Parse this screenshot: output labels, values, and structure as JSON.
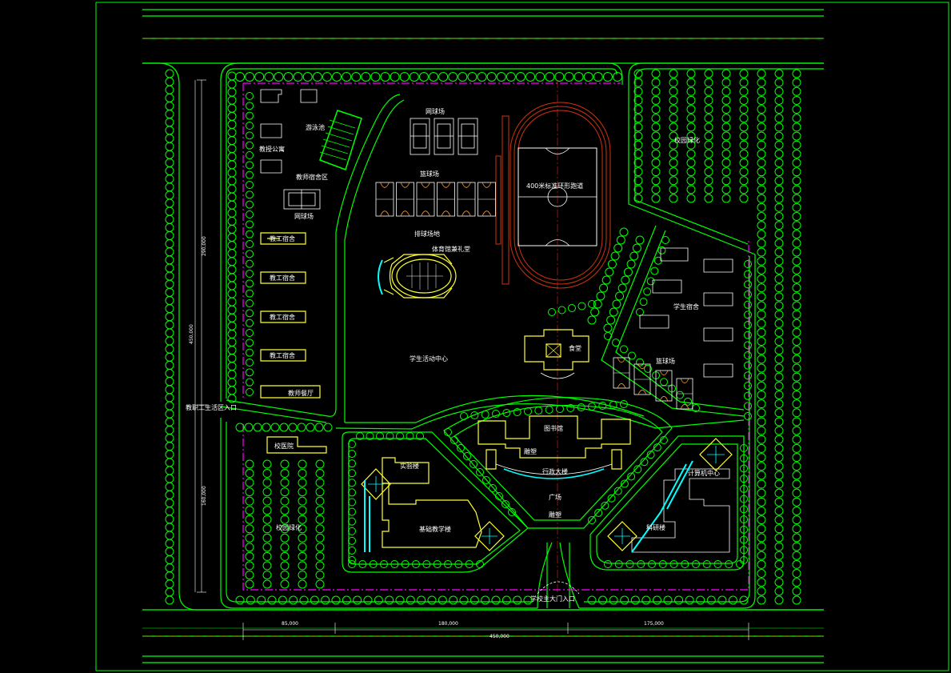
{
  "colors": {
    "background": "#000000",
    "road": "#00ff00",
    "building": "#ffff33",
    "boundary": "#ff00ff",
    "track": "#cc3311",
    "water": "#00ffff",
    "text": "#ffffff"
  },
  "labels": {
    "tennis_top": "网球场",
    "swimming": "游泳池",
    "teacher_dorm_area": "教师宿舍区",
    "teacher_apartment": "教授公寓",
    "tennis_left": "网球场",
    "staff_dorm_1": "教工宿舍",
    "staff_dorm_2": "教工宿舍",
    "staff_dorm_3": "教工宿舍",
    "staff_dorm_4": "教工宿舍",
    "teacher_canteen": "教师餐厅",
    "basketball": "篮球场",
    "volleyball": "排球场地",
    "gym": "体育馆兼礼堂",
    "track_field": "400米标准环形跑道",
    "campus_green_tr": "校园绿化",
    "student_dorm": "学生宿舍",
    "canteen": "食堂",
    "volleyball_right": "篮球场",
    "student_center": "学生活动中心",
    "side_entrance": "教职工生活区入口",
    "hospital": "校医院",
    "library": "图书馆",
    "lab_building": "实验楼",
    "admin": "行政大楼",
    "computer_center": "计算机中心",
    "plaza": "广场",
    "sculpture": "雕塑",
    "teaching_building": "基础教学楼",
    "research_building": "科研楼",
    "campus_green_bl": "校园绿化",
    "main_gate": "学校主大门入口"
  },
  "dimensions": {
    "bottom_1": "85,000",
    "bottom_2": "180,000",
    "bottom_3": "175,000",
    "bottom_total": "450,000",
    "left_top": "290,000",
    "left_bottom": "160,000",
    "left_total": "450,000"
  }
}
